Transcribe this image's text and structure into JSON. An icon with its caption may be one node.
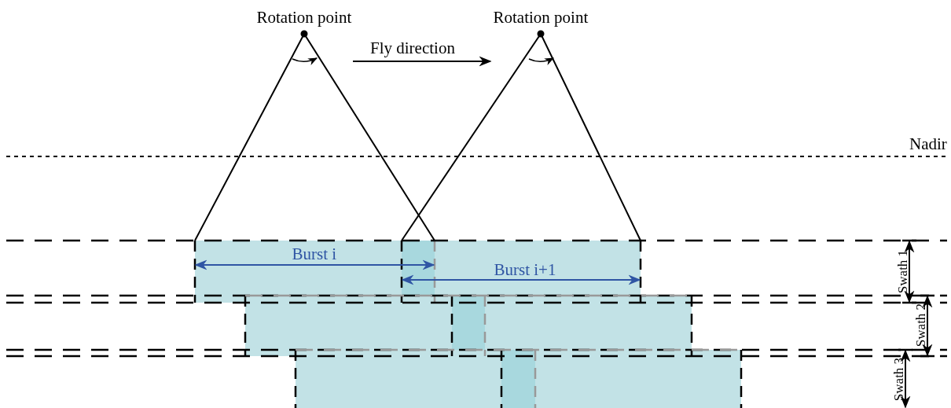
{
  "diagram": {
    "labels": [
      "Rotation point",
      "Rotation point",
      "Fly direction",
      "Nadir",
      "Burst i",
      "Burst i+1",
      "Swath 1",
      "Swath 2",
      "Swath 3"
    ]
  }
}
